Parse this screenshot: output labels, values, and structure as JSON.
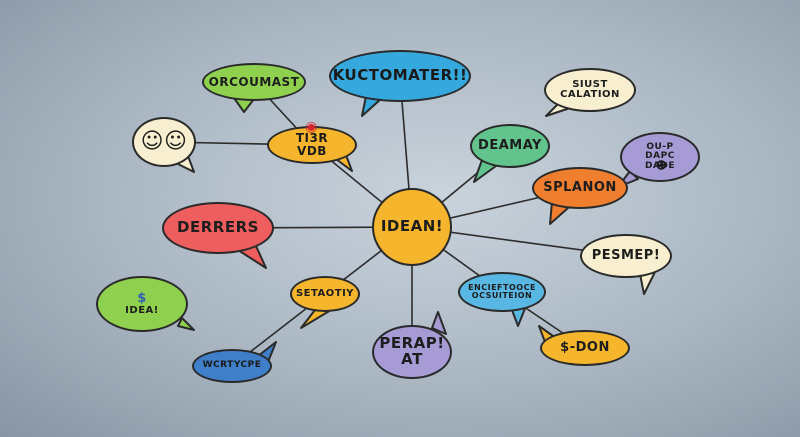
{
  "center": {
    "label": "IDEAN!",
    "color": "#f5b52c"
  },
  "bubbles": [
    {
      "id": "orcoumast",
      "lines": [
        "ORCOUMAST"
      ],
      "color": "#8fd14f"
    },
    {
      "id": "kuctomater",
      "lines": [
        "KUCTOMATER!!"
      ],
      "color": "#35a9dd"
    },
    {
      "id": "siust",
      "lines": [
        "SIUST",
        "CALATION"
      ],
      "color": "#f7efcf"
    },
    {
      "id": "people-icons",
      "lines": [],
      "color": "#f7efcf"
    },
    {
      "id": "ti3r",
      "lines": [
        "TI3R",
        "VDB"
      ],
      "color": "#f5b52c"
    },
    {
      "id": "deamay",
      "lines": [
        "DEAMAY"
      ],
      "color": "#62c48c"
    },
    {
      "id": "ouap",
      "lines": [
        "OU-P",
        "DAPC",
        "DADE"
      ],
      "color": "#a79bd6"
    },
    {
      "id": "splanon",
      "lines": [
        "SPLANON"
      ],
      "color": "#ef7f2e"
    },
    {
      "id": "derrers",
      "lines": [
        "DERRERS"
      ],
      "color": "#ee5e5e"
    },
    {
      "id": "pesmep",
      "lines": [
        "PESMEP!"
      ],
      "color": "#f7efcf"
    },
    {
      "id": "idea-icons",
      "lines": [
        "$",
        "IDEA!"
      ],
      "color": "#8fd14f"
    },
    {
      "id": "setaotiy",
      "lines": [
        "SETAOTIY"
      ],
      "color": "#f5b52c"
    },
    {
      "id": "encierftooce",
      "lines": [
        "ENCIEFTOOCE",
        "OCSUITEION"
      ],
      "color": "#59b8e3"
    },
    {
      "id": "perap",
      "lines": [
        "PERAP!",
        "AT"
      ],
      "color": "#a79bd6"
    },
    {
      "id": "don",
      "lines": [
        "$-DON"
      ],
      "color": "#f5b52c"
    },
    {
      "id": "wcrtycpe",
      "lines": [
        "WCRTYCPE"
      ],
      "color": "#3f7fc9"
    }
  ]
}
